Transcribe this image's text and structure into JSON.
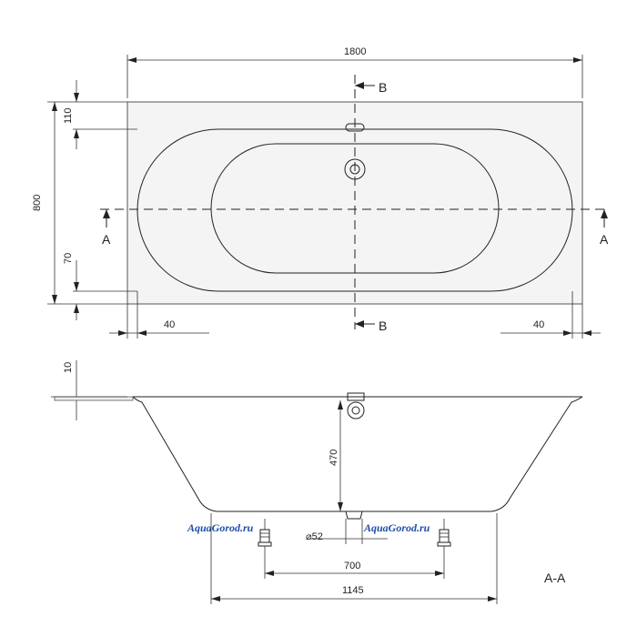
{
  "dimensions": {
    "overall_length": "1800",
    "overall_width": "800",
    "rim_top": "110",
    "rim_bottom": "70",
    "rim_left": "40",
    "rim_right": "40",
    "rim_thickness": "10",
    "depth": "470",
    "drain_diameter": "⌀52",
    "feet_spacing": "700",
    "base_length": "1145"
  },
  "section_labels": {
    "a_left": "A",
    "a_right": "A",
    "b_top": "B",
    "b_bottom": "B",
    "section_title": "A-A"
  },
  "watermarks": {
    "left": "AquaGorod.ru",
    "right": "AquaGorod.ru"
  },
  "colors": {
    "line": "#222222",
    "watermark": "#1f4fa8"
  }
}
